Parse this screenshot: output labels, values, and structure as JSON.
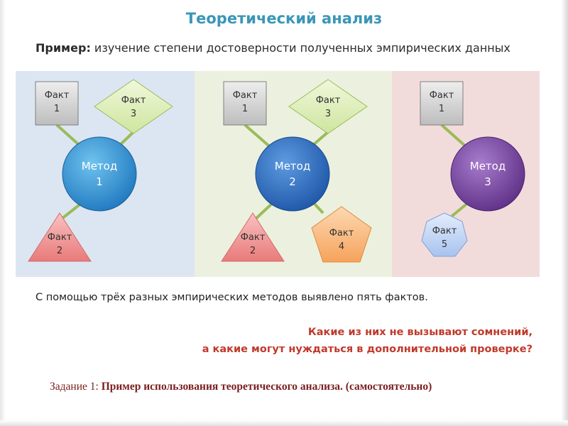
{
  "slide": {
    "title": "Теоретический анализ",
    "subtitle_label": "Пример:",
    "subtitle_text": " изучение степени достоверности полученных эмпирических данных",
    "statement": "С помощью трёх разных эмпирических методов выявлено пять фактов.",
    "question_line1": "Какие из них не вызывают сомнений,",
    "question_line2": "а какие могут нуждаться в дополнительной проверке?",
    "task_label": "Задание 1: ",
    "task_text": "Пример использования теоретического анализа. (самостоятельно)"
  },
  "diagram": {
    "panels": [
      {
        "name": "panel-method-1",
        "color": "#dce6f2"
      },
      {
        "name": "panel-method-2",
        "color": "#ebf1de"
      },
      {
        "name": "panel-method-3",
        "color": "#f2dcdb"
      }
    ],
    "methods": [
      {
        "line1": "Метод",
        "line2": "1",
        "color": "#2f7fc4"
      },
      {
        "line1": "Метод",
        "line2": "2",
        "color": "#2f6bb8"
      },
      {
        "line1": "Метод",
        "line2": "3",
        "color": "#7d4aa0"
      }
    ],
    "facts": {
      "fact1": {
        "line1": "Факт",
        "line2": "1",
        "shape": "square",
        "color": "#d9d9d9"
      },
      "fact2": {
        "line1": "Факт",
        "line2": "2",
        "shape": "triangle",
        "color": "#f4a6a6"
      },
      "fact3": {
        "line1": "Факт",
        "line2": "3",
        "shape": "diamond",
        "color": "#e2f0c4"
      },
      "fact4": {
        "line1": "Факт",
        "line2": "4",
        "shape": "pentagon",
        "color": "#fbc58f"
      },
      "fact5": {
        "line1": "Факт",
        "line2": "5",
        "shape": "heptagon",
        "color": "#c9d9f5"
      }
    },
    "connector_color": "#9bbb59"
  }
}
